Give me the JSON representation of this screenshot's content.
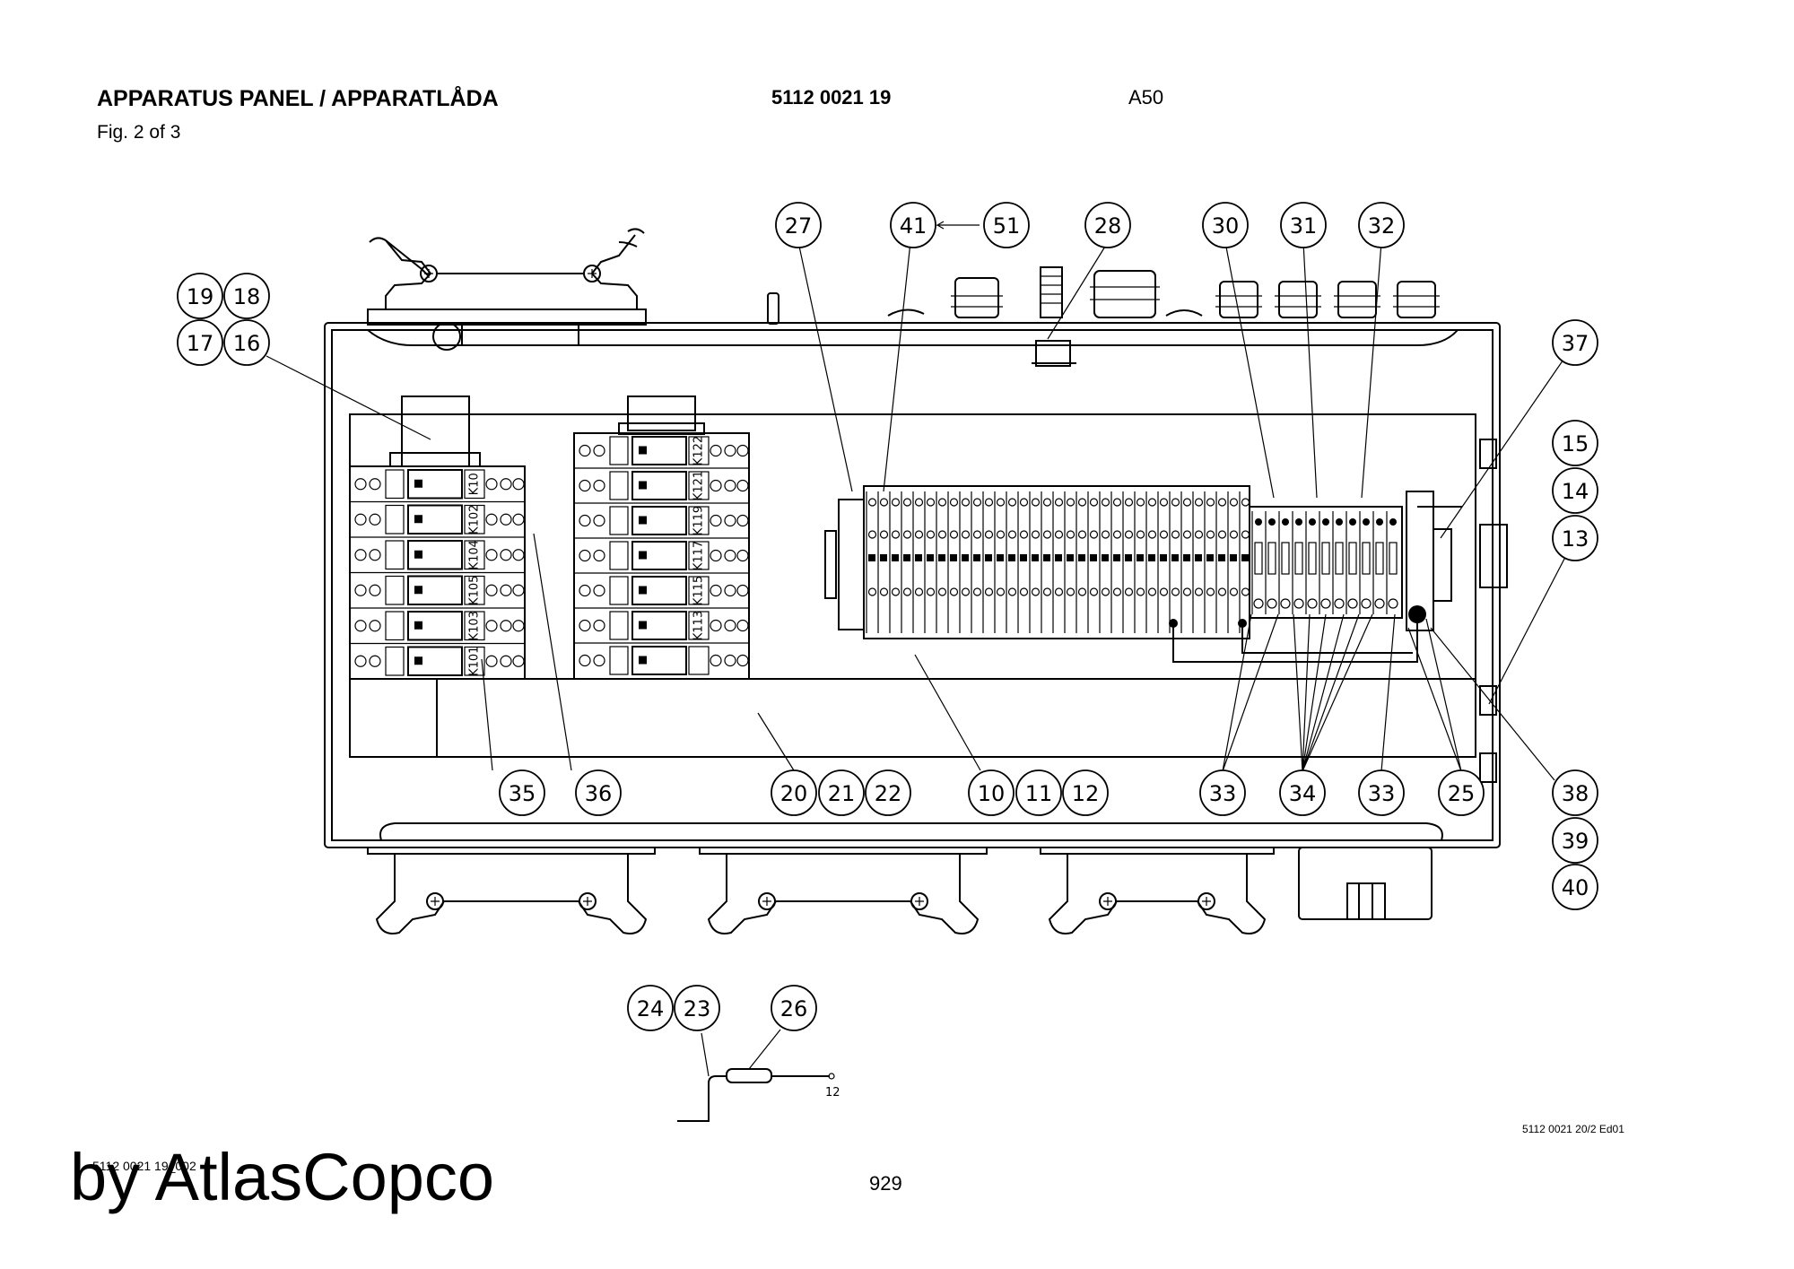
{
  "header": {
    "title": "APPARATUS PANEL / APPARATLÅDA",
    "part_number": "5112 0021 19",
    "code": "A50",
    "figure": "Fig. 2 of 3"
  },
  "footer": {
    "drawing_ref": "5112 0021 20/2 Ed01",
    "sheet_ref": "5112 0021 19_002",
    "brand": "by AtlasCopco",
    "page_number": "929"
  },
  "cable_label": "12",
  "balloons": [
    {
      "id": "b19",
      "label": "19"
    },
    {
      "id": "b18",
      "label": "18"
    },
    {
      "id": "b17",
      "label": "17"
    },
    {
      "id": "b16",
      "label": "16"
    },
    {
      "id": "b27",
      "label": "27"
    },
    {
      "id": "b41",
      "label": "41"
    },
    {
      "id": "b51",
      "label": "51"
    },
    {
      "id": "b28",
      "label": "28"
    },
    {
      "id": "b30",
      "label": "30"
    },
    {
      "id": "b31",
      "label": "31"
    },
    {
      "id": "b32",
      "label": "32"
    },
    {
      "id": "b37",
      "label": "37"
    },
    {
      "id": "b15",
      "label": "15"
    },
    {
      "id": "b14",
      "label": "14"
    },
    {
      "id": "b13",
      "label": "13"
    },
    {
      "id": "b35",
      "label": "35"
    },
    {
      "id": "b36",
      "label": "36"
    },
    {
      "id": "b20",
      "label": "20"
    },
    {
      "id": "b21",
      "label": "21"
    },
    {
      "id": "b22",
      "label": "22"
    },
    {
      "id": "b10",
      "label": "10"
    },
    {
      "id": "b11",
      "label": "11"
    },
    {
      "id": "b12",
      "label": "12"
    },
    {
      "id": "b33a",
      "label": "33"
    },
    {
      "id": "b34",
      "label": "34"
    },
    {
      "id": "b33b",
      "label": "33"
    },
    {
      "id": "b25",
      "label": "25"
    },
    {
      "id": "b38",
      "label": "38"
    },
    {
      "id": "b39",
      "label": "39"
    },
    {
      "id": "b40",
      "label": "40"
    },
    {
      "id": "b24",
      "label": "24"
    },
    {
      "id": "b23",
      "label": "23"
    },
    {
      "id": "b26",
      "label": "26"
    }
  ],
  "relays_left": [
    "K10",
    "K102",
    "K104",
    "K105",
    "K103",
    "K101"
  ],
  "relays_right": [
    "K122",
    "K121",
    "K119",
    "K117",
    "K115",
    "K113"
  ]
}
